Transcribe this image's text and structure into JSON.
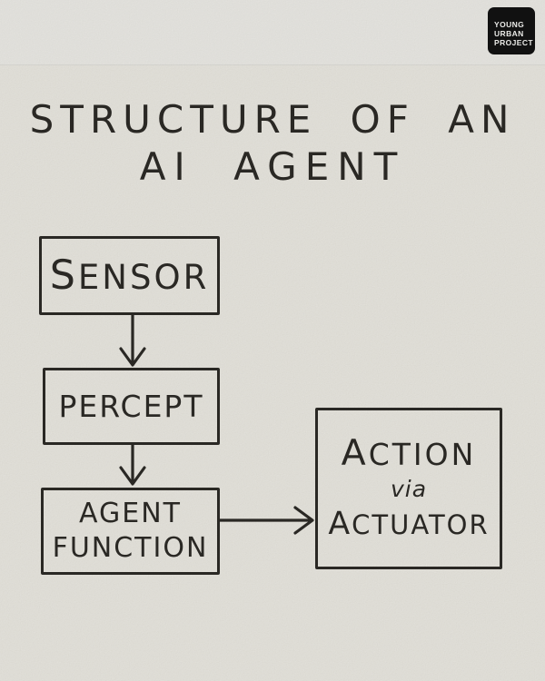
{
  "theme": {
    "background": "#e8e6df",
    "top_strip": "#eae9e4",
    "ink": "#2c2a26",
    "badge_bg": "#121212",
    "badge_text": "#f5f5f2"
  },
  "badge": {
    "line1": "YOUNG",
    "line2": "URBAN",
    "line3": "PROJECT"
  },
  "title": {
    "line1": "STRUCTURE OF AN",
    "line2": "AI AGENT"
  },
  "diagram": {
    "sensor": {
      "label": "SENSOR"
    },
    "percept": {
      "label": "PERCEPT"
    },
    "agent_function": {
      "line1": "AGENT",
      "line2": "FUNCTION"
    },
    "action": {
      "line1": "ACTION",
      "line2": "via",
      "line3": "ACTUATOR"
    },
    "connections": [
      {
        "from": "SENSOR",
        "to": "PERCEPT"
      },
      {
        "from": "PERCEPT",
        "to": "AGENT FUNCTION"
      },
      {
        "from": "AGENT FUNCTION",
        "to": "ACTION via ACTUATOR"
      }
    ]
  }
}
